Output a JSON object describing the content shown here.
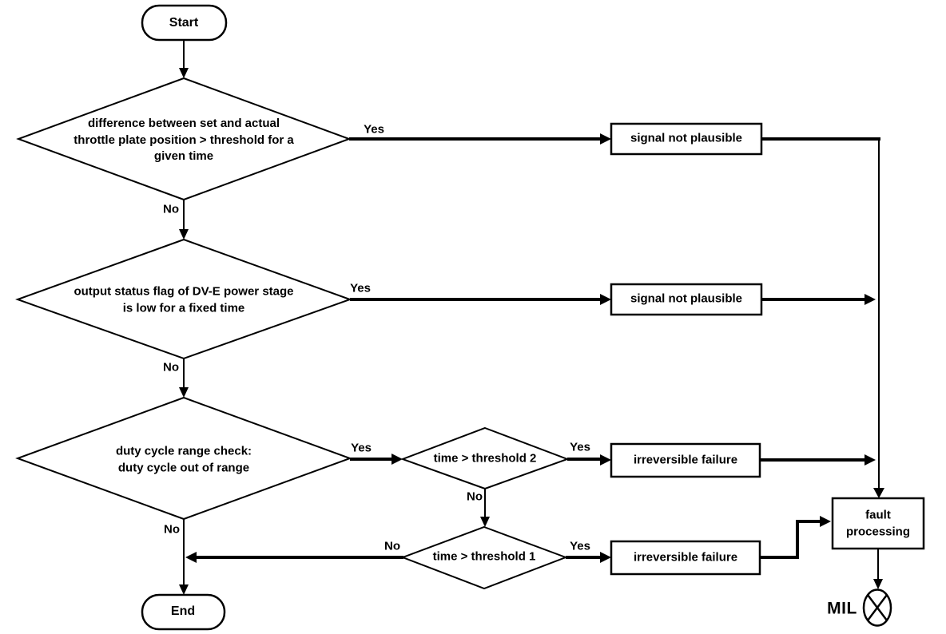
{
  "diagram": {
    "nodes": {
      "start": {
        "label": "Start"
      },
      "check_throttle_position": {
        "text": "difference between set and actual\nthrottle plate position > threshold  for a\ngiven time"
      },
      "check_power_stage": {
        "text": "output status flag of DV-E power stage\nis low for a fixed time"
      },
      "check_duty_cycle": {
        "text": "duty cycle range check:\nduty cycle out of range"
      },
      "check_threshold_2": {
        "text": "time > threshold 2"
      },
      "check_threshold_1": {
        "text": "time > threshold 1"
      },
      "signal_not_plausible_1": {
        "text": "signal not plausible"
      },
      "signal_not_plausible_2": {
        "text": "signal not plausible"
      },
      "irreversible_failure_1": {
        "text": "irreversible failure"
      },
      "irreversible_failure_2": {
        "text": "irreversible failure"
      },
      "fault_processing": {
        "text": "fault\nprocessing"
      },
      "end": {
        "label": "End"
      },
      "mil": {
        "label": "MIL"
      }
    },
    "edge_labels": {
      "throttle_yes": "Yes",
      "throttle_no": "No",
      "power_stage_yes": "Yes",
      "power_stage_no": "No",
      "duty_cycle_yes": "Yes",
      "duty_cycle_no": "No",
      "threshold2_yes": "Yes",
      "threshold2_no": "No",
      "threshold1_yes": "Yes",
      "threshold1_no": "No"
    },
    "colors": {
      "line": "#000000",
      "background": "#ffffff"
    }
  }
}
